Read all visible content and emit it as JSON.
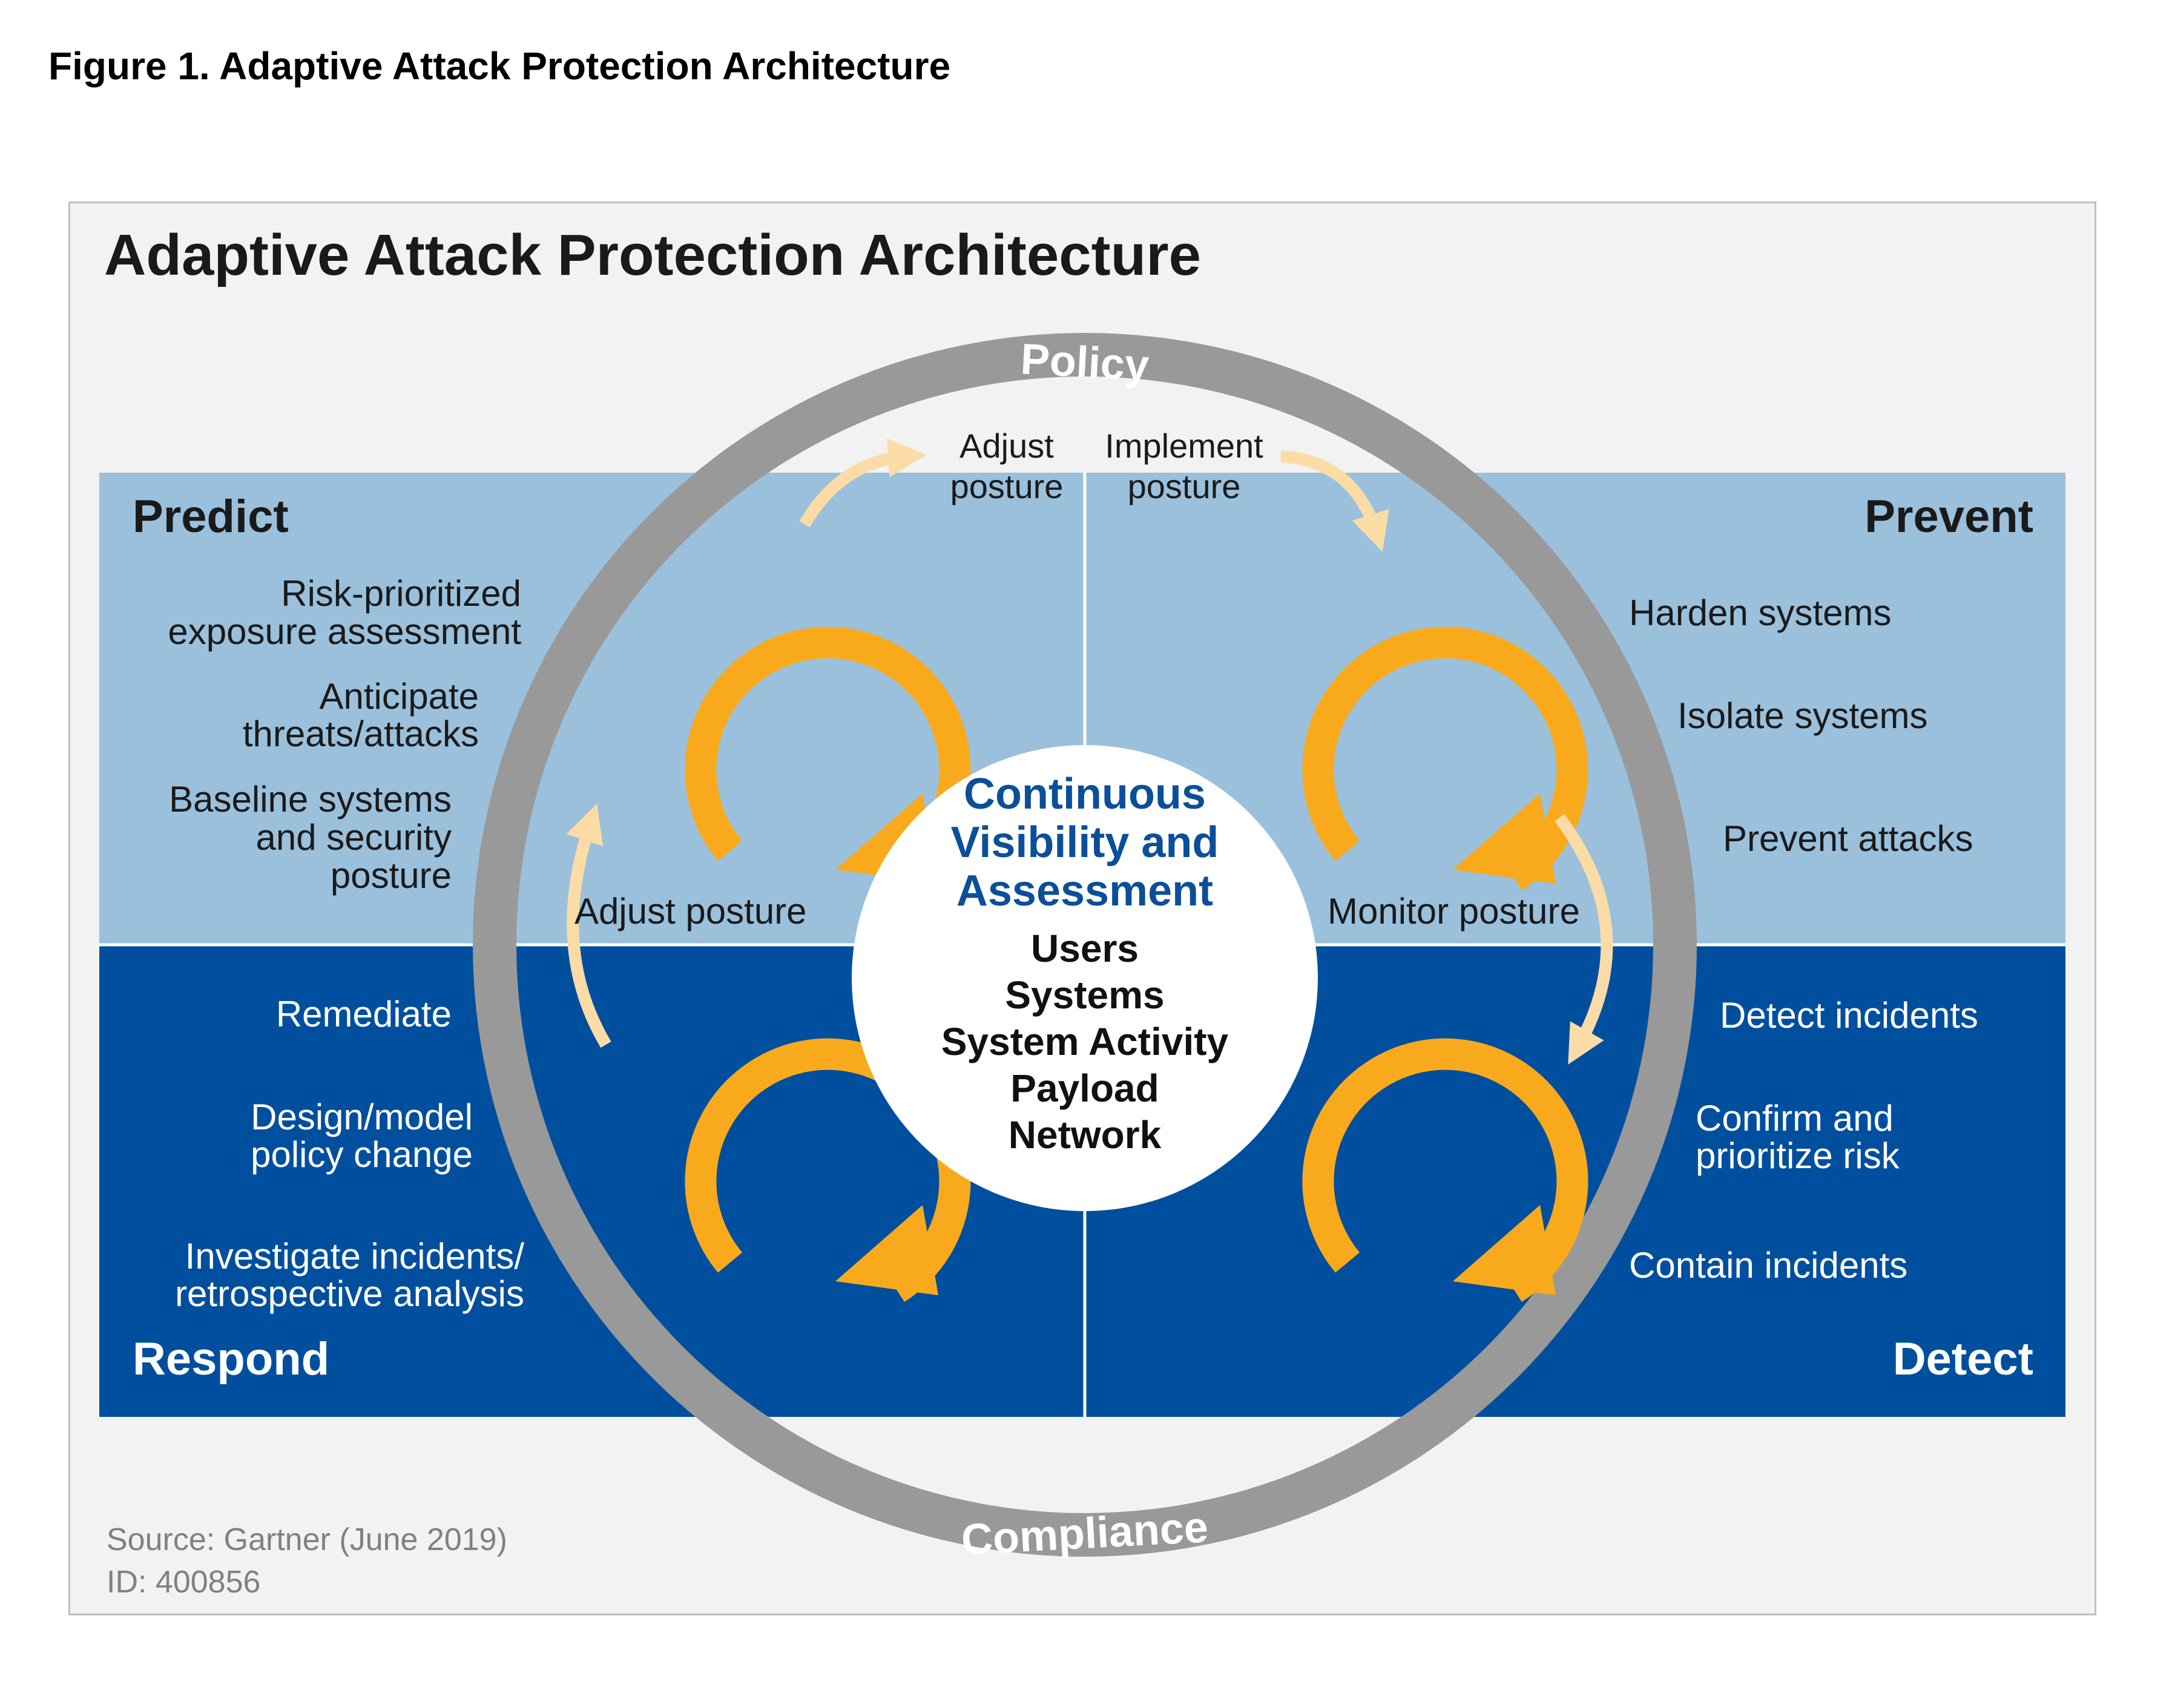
{
  "figure_caption": "Figure 1. Adaptive Attack Protection Architecture",
  "diagram_title": "Adaptive Attack Protection Architecture",
  "ring": {
    "top_label": "Policy",
    "bottom_label": "Compliance"
  },
  "center": {
    "heading": [
      "Continuous",
      "Visibility and",
      "Assessment"
    ],
    "items": [
      "Users",
      "Systems",
      "System Activity",
      "Payload",
      "Network"
    ]
  },
  "quadrants": {
    "predict": {
      "title": "Predict",
      "items": [
        [
          "Risk-prioritized",
          "exposure assessment"
        ],
        [
          "Anticipate",
          "threats/attacks"
        ],
        [
          "Baseline systems",
          "and security",
          "posture"
        ]
      ]
    },
    "prevent": {
      "title": "Prevent",
      "items": [
        [
          "Harden systems"
        ],
        [
          "Isolate systems"
        ],
        [
          "Prevent attacks"
        ]
      ]
    },
    "respond": {
      "title": "Respond",
      "items": [
        [
          "Remediate"
        ],
        [
          "Design/model",
          "policy change"
        ],
        [
          "Investigate incidents/",
          "retrospective analysis"
        ]
      ]
    },
    "detect": {
      "title": "Detect",
      "items": [
        [
          "Detect incidents"
        ],
        [
          "Confirm and",
          "prioritize risk"
        ],
        [
          "Contain incidents"
        ]
      ]
    }
  },
  "transitions": {
    "top_left": [
      "Adjust",
      "posture"
    ],
    "top_right": [
      "Implement",
      "posture"
    ],
    "left": "Adjust posture",
    "right": "Monitor posture"
  },
  "source": {
    "line1": "Source: Gartner (June 2019)",
    "line2": "ID: 400856"
  },
  "colors": {
    "frame_bg": "#f2f2f2",
    "light_blue": "#9ac0dc",
    "dark_blue": "#004f9e",
    "ring_gray": "#999999",
    "orange": "#f9aa1c",
    "light_orange": "#fbdca6",
    "center_heading": "#0b4f9a",
    "white": "#ffffff",
    "text_dark": "#1a1a1a",
    "source_gray": "#808080"
  }
}
